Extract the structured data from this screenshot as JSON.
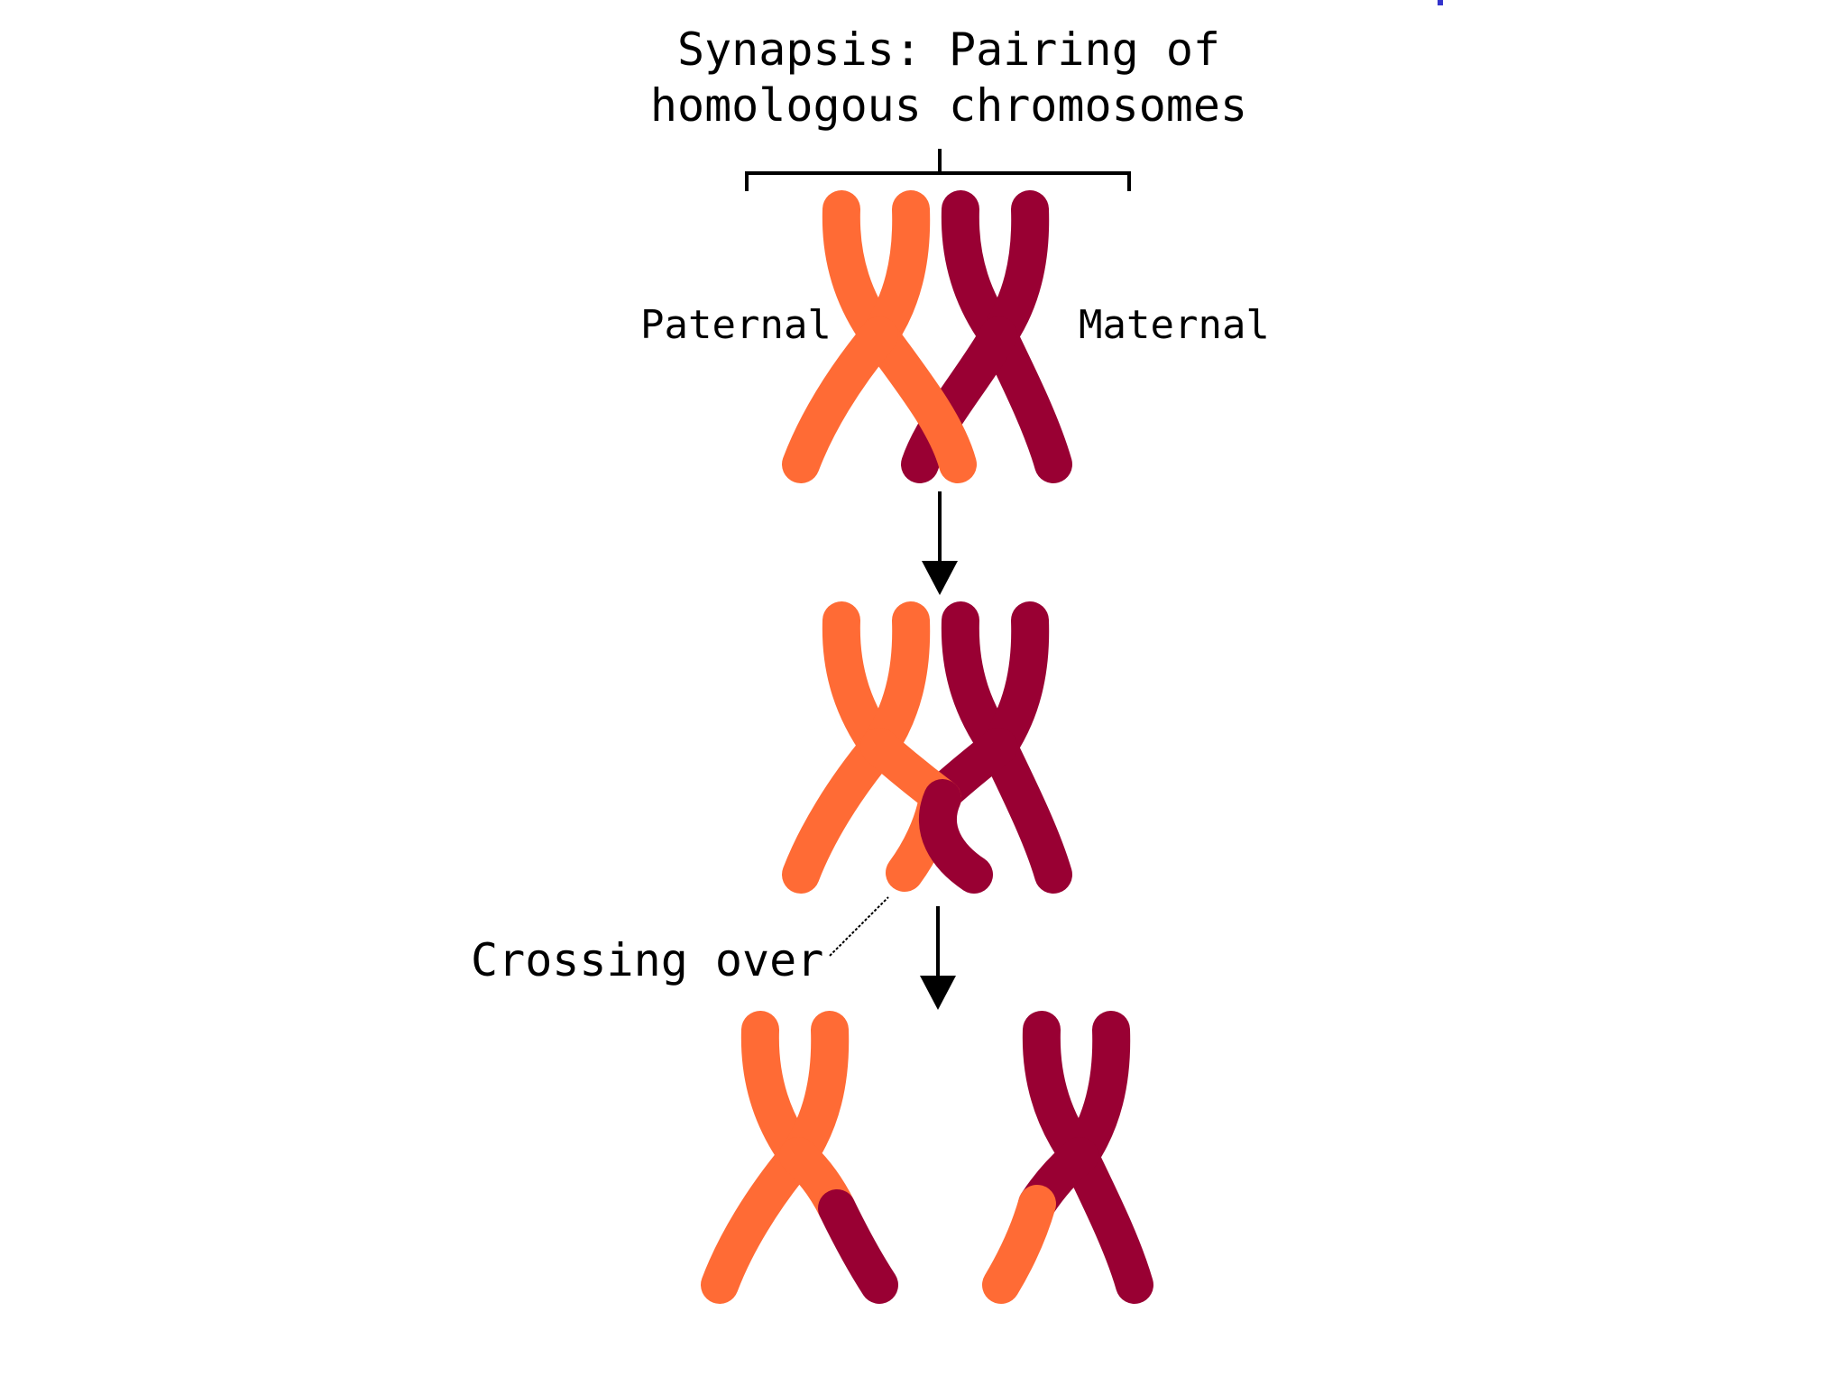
{
  "title": {
    "line1": "Synapsis: Pairing of",
    "line2": "homologous chromosomes"
  },
  "labels": {
    "paternal": "Paternal",
    "maternal": "Maternal",
    "crossing_over": "Crossing over"
  },
  "colors": {
    "paternal": "#ff6b35",
    "maternal": "#990033",
    "line": "#000000",
    "accent_dot": "#3333cc"
  }
}
